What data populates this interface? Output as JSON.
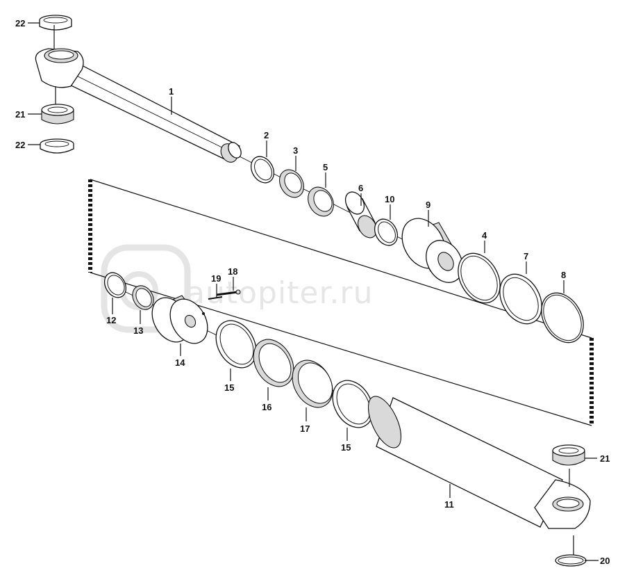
{
  "watermark": "autopiter.ru",
  "callouts": [
    "22",
    "21",
    "22",
    "1",
    "2",
    "3",
    "5",
    "6",
    "10",
    "9",
    "4",
    "7",
    "8",
    "19",
    "18",
    "12",
    "13",
    "14",
    "15",
    "16",
    "17",
    "15",
    "11",
    "21",
    "20"
  ]
}
